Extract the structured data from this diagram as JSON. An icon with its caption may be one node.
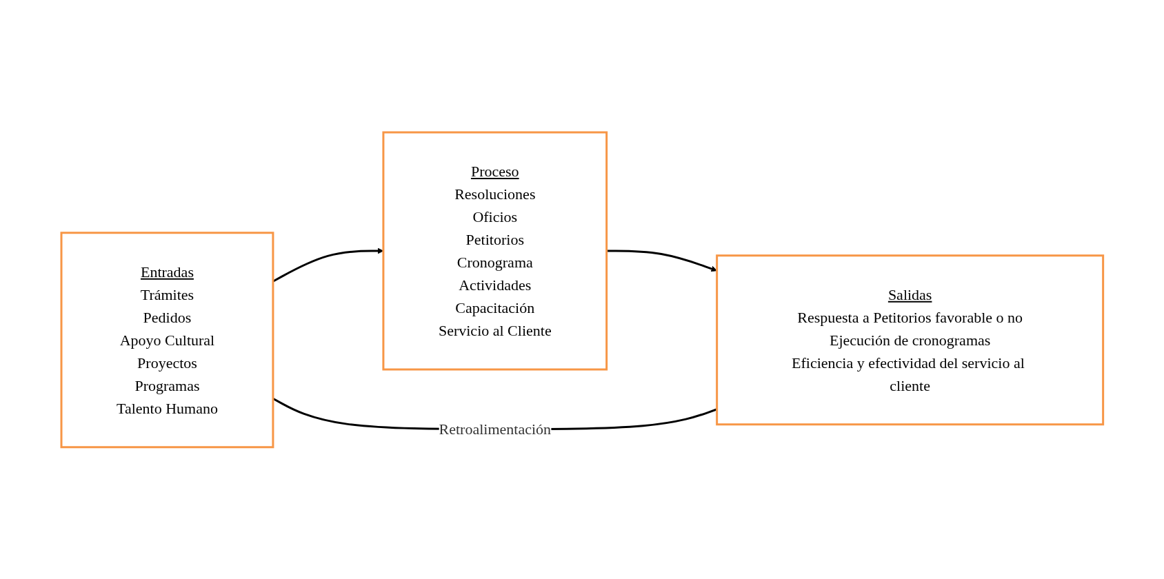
{
  "diagram": {
    "nodes": [
      {
        "text": [
          "Entradas",
          "Trámites",
          "Pedidos",
          "Apoyo Cultural",
          "Proyectos",
          "Programas",
          "Talento Humano"
        ]
      },
      {
        "text": [
          "Proceso",
          "Resoluciones",
          "Oficios",
          "Petitorios",
          "Cronograma",
          "Actividades",
          "Capacitación",
          "Servicio al Cliente"
        ]
      },
      {
        "text": [
          "Salidas",
          "Respuesta a Petitorios favorable o no",
          "Ejecución de cronogramas",
          "Eficiencia y efectividad del servicio al cliente"
        ]
      }
    ],
    "edges": [
      {
        "from": 0,
        "to": 1,
        "arrow": "to"
      },
      {
        "from": 1,
        "to": 2,
        "arrow": "to"
      },
      {
        "from": 0,
        "to": 2,
        "arrow": "none",
        "label": "Retroalimentación"
      }
    ]
  }
}
